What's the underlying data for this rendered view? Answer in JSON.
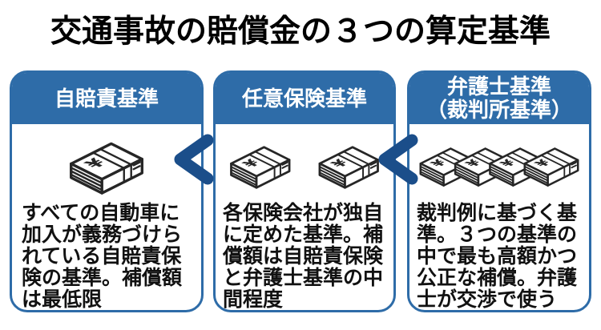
{
  "title": "交通事故の賠償金の３つの算定基準",
  "comparison_symbol": "<",
  "cards": [
    {
      "header": "自賠責基準",
      "body": "すべての自動車に加入が義務づけられている自賠責保険の基準。補償額は最低限",
      "money_stack_count": 1
    },
    {
      "header": "任意保険基準",
      "body": "各保険会社が独自に定めた基準。補償額は自賠責保険と弁護士基準の中間程度",
      "money_stack_count": 2
    },
    {
      "header": "弁護士基準",
      "header_line2": "（裁判所基準）",
      "body": "裁判例に基づく基準。３つの基準の中で最も高額かつ公正な補償。弁護士が交渉で使う",
      "money_stack_count": 4
    }
  ],
  "icons": {
    "money_stack": "money-stack-icon",
    "comparison": "less-than-icon"
  },
  "colors": {
    "card_blue": "#2e6ca8",
    "chevron_navy": "#1b4e8a",
    "icon_outline": "#262626",
    "header_text": "#ffffff",
    "title_text": "#000000",
    "background": "#ffffff"
  }
}
